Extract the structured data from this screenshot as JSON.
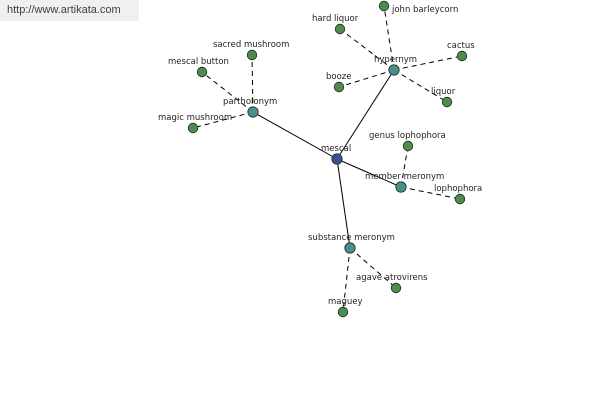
{
  "banner": {
    "url_text": "http://www.artikata.com"
  },
  "colors": {
    "root": "#3d4f8f",
    "relation": "#4a8e8e",
    "leaf": "#4f8a4f"
  },
  "graph": {
    "nodes": [
      {
        "id": "mescal",
        "label": "mescal",
        "kind": "root"
      },
      {
        "id": "hypernym",
        "label": "hypernym",
        "kind": "relation"
      },
      {
        "id": "partholonym",
        "label": "partholonym",
        "kind": "relation"
      },
      {
        "id": "member-meronym",
        "label": "member meronym",
        "kind": "relation"
      },
      {
        "id": "substance-meronym",
        "label": "substance meronym",
        "kind": "relation"
      },
      {
        "id": "hard-liquor",
        "label": "hard liquor",
        "kind": "leaf"
      },
      {
        "id": "john-barleycorn",
        "label": "john barleycorn",
        "kind": "leaf"
      },
      {
        "id": "cactus",
        "label": "cactus",
        "kind": "leaf"
      },
      {
        "id": "booze",
        "label": "booze",
        "kind": "leaf"
      },
      {
        "id": "liquor",
        "label": "liquor",
        "kind": "leaf"
      },
      {
        "id": "sacred-mushroom",
        "label": "sacred mushroom",
        "kind": "leaf"
      },
      {
        "id": "mescal-button",
        "label": "mescal button",
        "kind": "leaf"
      },
      {
        "id": "magic-mushroom",
        "label": "magic mushroom",
        "kind": "leaf"
      },
      {
        "id": "genus-lophophora",
        "label": "genus lophophora",
        "kind": "leaf"
      },
      {
        "id": "lophophora",
        "label": "lophophora",
        "kind": "leaf"
      },
      {
        "id": "agave-atrovirens",
        "label": "agave atrovirens",
        "kind": "leaf"
      },
      {
        "id": "maguey",
        "label": "maguey",
        "kind": "leaf"
      }
    ],
    "edges": [
      {
        "from": "mescal",
        "to": "hypernym",
        "style": "solid"
      },
      {
        "from": "mescal",
        "to": "partholonym",
        "style": "solid"
      },
      {
        "from": "mescal",
        "to": "member-meronym",
        "style": "solid"
      },
      {
        "from": "mescal",
        "to": "substance-meronym",
        "style": "solid"
      },
      {
        "from": "hypernym",
        "to": "hard-liquor",
        "style": "dashed"
      },
      {
        "from": "hypernym",
        "to": "john-barleycorn",
        "style": "dashed"
      },
      {
        "from": "hypernym",
        "to": "cactus",
        "style": "dashed"
      },
      {
        "from": "hypernym",
        "to": "booze",
        "style": "dashed"
      },
      {
        "from": "hypernym",
        "to": "liquor",
        "style": "dashed"
      },
      {
        "from": "partholonym",
        "to": "sacred-mushroom",
        "style": "dashed"
      },
      {
        "from": "partholonym",
        "to": "mescal-button",
        "style": "dashed"
      },
      {
        "from": "partholonym",
        "to": "magic-mushroom",
        "style": "dashed"
      },
      {
        "from": "member-meronym",
        "to": "genus-lophophora",
        "style": "dashed"
      },
      {
        "from": "member-meronym",
        "to": "lophophora",
        "style": "dashed"
      },
      {
        "from": "substance-meronym",
        "to": "agave-atrovirens",
        "style": "dashed"
      },
      {
        "from": "substance-meronym",
        "to": "maguey",
        "style": "dashed"
      }
    ]
  }
}
